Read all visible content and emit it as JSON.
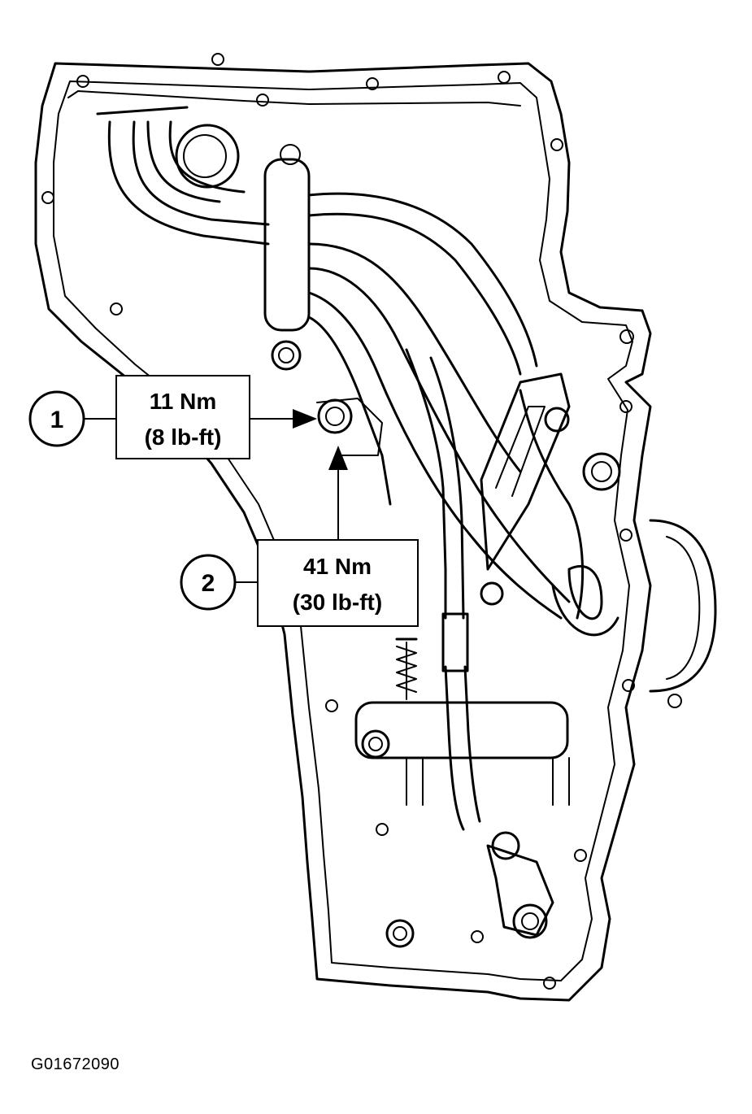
{
  "callouts": [
    {
      "number": "1",
      "torque_metric": "11 Nm",
      "torque_imperial": "(8 lb-ft)"
    },
    {
      "number": "2",
      "torque_metric": "41 Nm",
      "torque_imperial": "(30 lb-ft)"
    }
  ],
  "figure_id": "G01672090"
}
